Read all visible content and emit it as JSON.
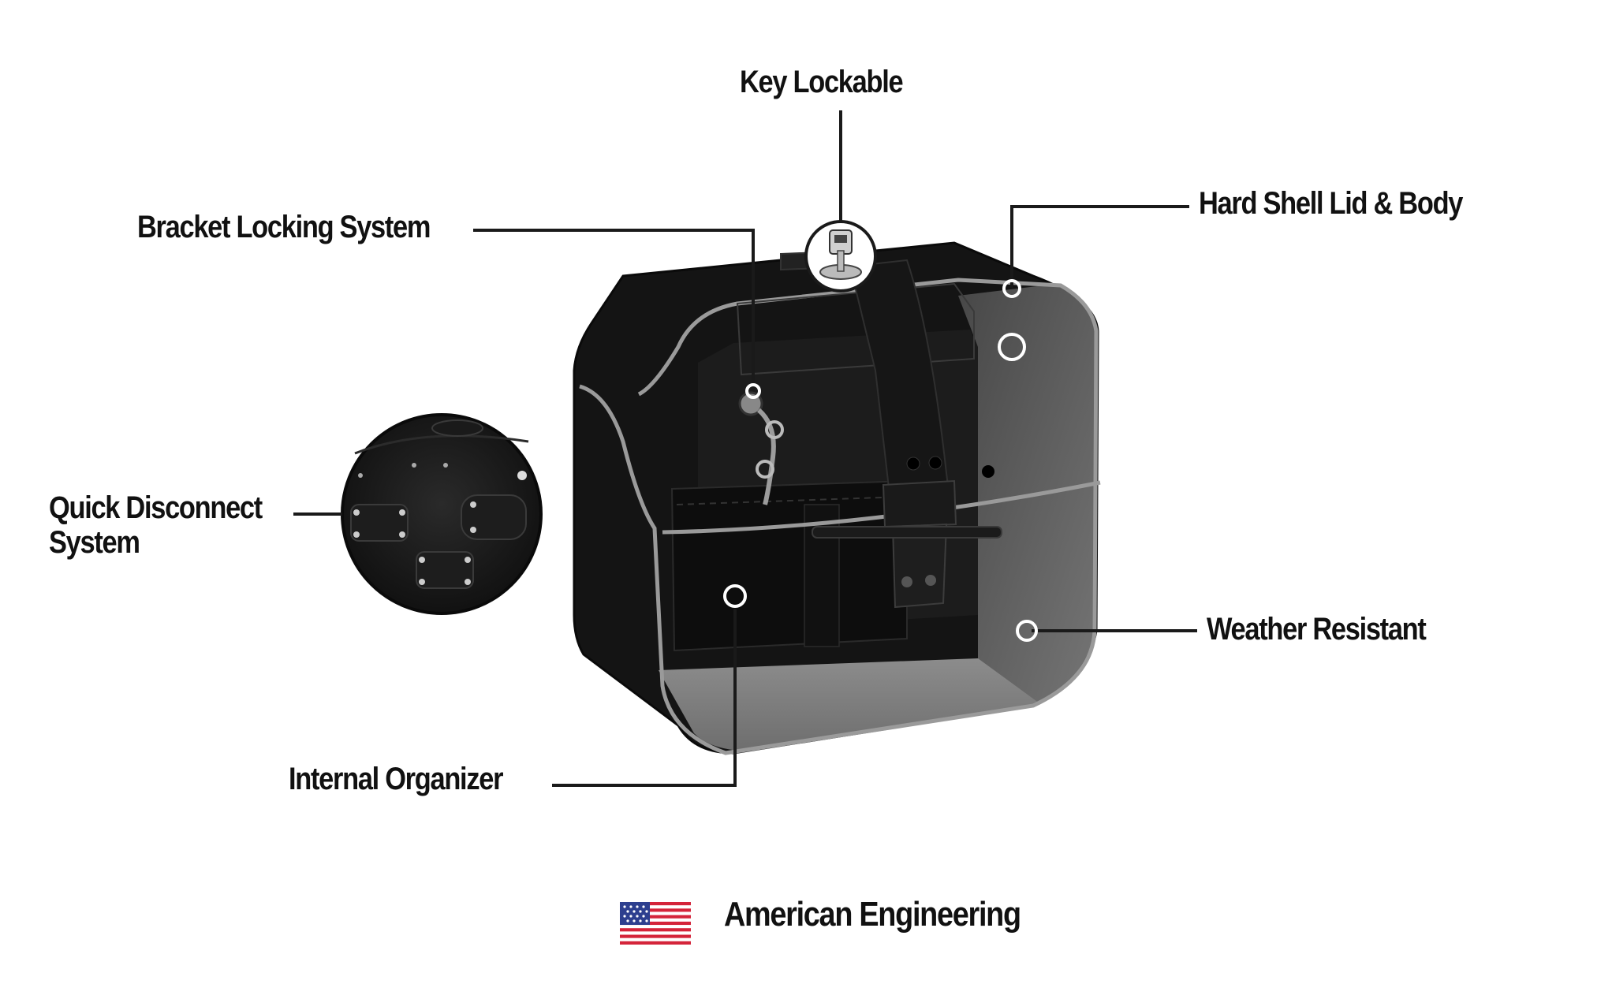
{
  "callouts": {
    "key_lockable": "Key Lockable",
    "bracket_locking_system": "Bracket Locking System",
    "hard_shell_lid_body": "Hard Shell Lid & Body",
    "quick_disconnect_line1": "Quick Disconnect",
    "quick_disconnect_line2": "System",
    "weather_resistant": "Weather Resistant",
    "internal_organizer": "Internal Organizer"
  },
  "footer": {
    "flag_icon": "us-flag-icon",
    "label": "American Engineering"
  },
  "colors": {
    "case_body": "#151515",
    "case_outline": "#8a8a8a",
    "callout_line": "#1a1a1a",
    "marker": "#ffffff",
    "flag_red": "#d4243a",
    "flag_blue": "#2d3f8f"
  }
}
